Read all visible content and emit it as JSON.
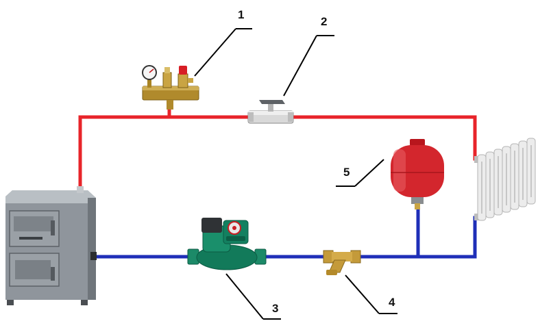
{
  "labels": {
    "safety_group": "1",
    "ball_valve": "2",
    "pump": "3",
    "strainer": "4",
    "expansion_tank": "5"
  },
  "colors": {
    "supply_pipe": "#e8242a",
    "return_pipe": "#1f2fb8",
    "boiler_body": "#8f959c",
    "tank_red": "#d3262d",
    "pump_green": "#127a5a",
    "brass": "#c49a3a",
    "radiator": "#e9e9e9"
  },
  "icons": {
    "boiler": "solid-fuel-boiler-icon",
    "safety_group": "safety-group-icon",
    "ball_valve": "ball-valve-icon",
    "pump": "circulation-pump-icon",
    "strainer": "y-strainer-icon",
    "expansion_tank": "expansion-tank-icon",
    "radiator": "radiator-icon"
  }
}
